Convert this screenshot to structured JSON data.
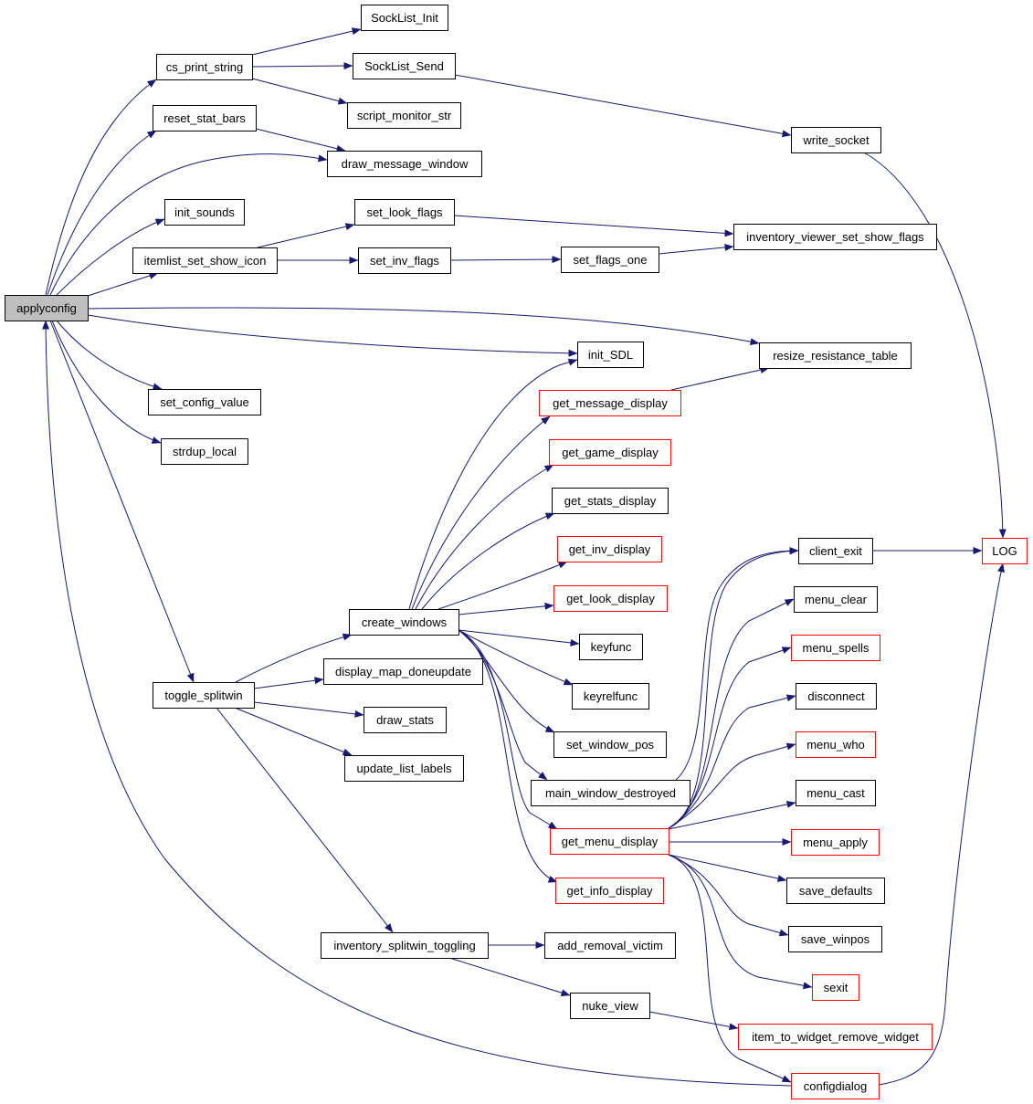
{
  "colors": {
    "edge": "#191970",
    "box_border": "#000000",
    "link_border": "#ff0000",
    "root_fill": "#bfbfbf",
    "node_fill": "#ffffff",
    "text": "#000000"
  },
  "nodes": [
    {
      "id": "applyconfig",
      "label": "applyconfig",
      "style": "root"
    },
    {
      "id": "cs_print_string",
      "label": "cs_print_string",
      "style": "normal"
    },
    {
      "id": "SockList_Init",
      "label": "SockList_Init",
      "style": "normal"
    },
    {
      "id": "SockList_Send",
      "label": "SockList_Send",
      "style": "normal"
    },
    {
      "id": "script_monitor_str",
      "label": "script_monitor_str",
      "style": "normal"
    },
    {
      "id": "reset_stat_bars",
      "label": "reset_stat_bars",
      "style": "normal"
    },
    {
      "id": "draw_message_window",
      "label": "draw_message_window",
      "style": "normal"
    },
    {
      "id": "write_socket",
      "label": "write_socket",
      "style": "normal"
    },
    {
      "id": "init_sounds",
      "label": "init_sounds",
      "style": "normal"
    },
    {
      "id": "set_look_flags",
      "label": "set_look_flags",
      "style": "normal"
    },
    {
      "id": "inventory_viewer_set_show_flags",
      "label": "inventory_viewer_set_show_flags",
      "style": "normal"
    },
    {
      "id": "itemlist_set_show_icon",
      "label": "itemlist_set_show_icon",
      "style": "normal"
    },
    {
      "id": "set_inv_flags",
      "label": "set_inv_flags",
      "style": "normal"
    },
    {
      "id": "set_flags_one",
      "label": "set_flags_one",
      "style": "normal"
    },
    {
      "id": "init_SDL",
      "label": "init_SDL",
      "style": "normal"
    },
    {
      "id": "resize_resistance_table",
      "label": "resize_resistance_table",
      "style": "normal"
    },
    {
      "id": "set_config_value",
      "label": "set_config_value",
      "style": "normal"
    },
    {
      "id": "get_message_display",
      "label": "get_message_display",
      "style": "red"
    },
    {
      "id": "strdup_local",
      "label": "strdup_local",
      "style": "normal"
    },
    {
      "id": "get_game_display",
      "label": "get_game_display",
      "style": "red"
    },
    {
      "id": "get_stats_display",
      "label": "get_stats_display",
      "style": "normal"
    },
    {
      "id": "get_inv_display",
      "label": "get_inv_display",
      "style": "red"
    },
    {
      "id": "client_exit",
      "label": "client_exit",
      "style": "normal"
    },
    {
      "id": "LOG",
      "label": "LOG",
      "style": "red"
    },
    {
      "id": "get_look_display",
      "label": "get_look_display",
      "style": "red"
    },
    {
      "id": "menu_clear",
      "label": "menu_clear",
      "style": "normal"
    },
    {
      "id": "create_windows",
      "label": "create_windows",
      "style": "normal"
    },
    {
      "id": "keyfunc",
      "label": "keyfunc",
      "style": "normal"
    },
    {
      "id": "menu_spells",
      "label": "menu_spells",
      "style": "red"
    },
    {
      "id": "display_map_doneupdate",
      "label": "display_map_doneupdate",
      "style": "normal"
    },
    {
      "id": "toggle_splitwin",
      "label": "toggle_splitwin",
      "style": "normal"
    },
    {
      "id": "keyrelfunc",
      "label": "keyrelfunc",
      "style": "normal"
    },
    {
      "id": "disconnect",
      "label": "disconnect",
      "style": "normal"
    },
    {
      "id": "draw_stats",
      "label": "draw_stats",
      "style": "normal"
    },
    {
      "id": "set_window_pos",
      "label": "set_window_pos",
      "style": "normal"
    },
    {
      "id": "menu_who",
      "label": "menu_who",
      "style": "red"
    },
    {
      "id": "update_list_labels",
      "label": "update_list_labels",
      "style": "normal"
    },
    {
      "id": "main_window_destroyed",
      "label": "main_window_destroyed",
      "style": "normal"
    },
    {
      "id": "menu_cast",
      "label": "menu_cast",
      "style": "normal"
    },
    {
      "id": "get_menu_display",
      "label": "get_menu_display",
      "style": "red"
    },
    {
      "id": "menu_apply",
      "label": "menu_apply",
      "style": "red"
    },
    {
      "id": "get_info_display",
      "label": "get_info_display",
      "style": "red"
    },
    {
      "id": "save_defaults",
      "label": "save_defaults",
      "style": "normal"
    },
    {
      "id": "inventory_splitwin_toggling",
      "label": "inventory_splitwin_toggling",
      "style": "normal"
    },
    {
      "id": "add_removal_victim",
      "label": "add_removal_victim",
      "style": "normal"
    },
    {
      "id": "save_winpos",
      "label": "save_winpos",
      "style": "normal"
    },
    {
      "id": "sexit",
      "label": "sexit",
      "style": "red"
    },
    {
      "id": "nuke_view",
      "label": "nuke_view",
      "style": "normal"
    },
    {
      "id": "item_to_widget_remove_widget",
      "label": "item_to_widget_remove_widget",
      "style": "red"
    },
    {
      "id": "configdialog",
      "label": "configdialog",
      "style": "red"
    }
  ],
  "edges": [
    [
      "applyconfig",
      "cs_print_string"
    ],
    [
      "applyconfig",
      "reset_stat_bars"
    ],
    [
      "applyconfig",
      "draw_message_window"
    ],
    [
      "applyconfig",
      "init_sounds"
    ],
    [
      "applyconfig",
      "itemlist_set_show_icon"
    ],
    [
      "applyconfig",
      "resize_resistance_table"
    ],
    [
      "applyconfig",
      "init_SDL"
    ],
    [
      "applyconfig",
      "set_config_value"
    ],
    [
      "applyconfig",
      "strdup_local"
    ],
    [
      "applyconfig",
      "toggle_splitwin"
    ],
    [
      "cs_print_string",
      "SockList_Init"
    ],
    [
      "cs_print_string",
      "SockList_Send"
    ],
    [
      "cs_print_string",
      "script_monitor_str"
    ],
    [
      "reset_stat_bars",
      "draw_message_window"
    ],
    [
      "SockList_Send",
      "write_socket"
    ],
    [
      "write_socket",
      "LOG"
    ],
    [
      "itemlist_set_show_icon",
      "set_look_flags"
    ],
    [
      "itemlist_set_show_icon",
      "set_inv_flags"
    ],
    [
      "set_look_flags",
      "inventory_viewer_set_show_flags"
    ],
    [
      "set_inv_flags",
      "set_flags_one"
    ],
    [
      "set_flags_one",
      "inventory_viewer_set_show_flags"
    ],
    [
      "get_message_display",
      "resize_resistance_table"
    ],
    [
      "toggle_splitwin",
      "create_windows"
    ],
    [
      "toggle_splitwin",
      "display_map_doneupdate"
    ],
    [
      "toggle_splitwin",
      "draw_stats"
    ],
    [
      "toggle_splitwin",
      "update_list_labels"
    ],
    [
      "toggle_splitwin",
      "inventory_splitwin_toggling"
    ],
    [
      "create_windows",
      "init_SDL"
    ],
    [
      "create_windows",
      "get_message_display"
    ],
    [
      "create_windows",
      "get_game_display"
    ],
    [
      "create_windows",
      "get_stats_display"
    ],
    [
      "create_windows",
      "get_inv_display"
    ],
    [
      "create_windows",
      "get_look_display"
    ],
    [
      "create_windows",
      "keyfunc"
    ],
    [
      "create_windows",
      "keyrelfunc"
    ],
    [
      "create_windows",
      "set_window_pos"
    ],
    [
      "create_windows",
      "main_window_destroyed"
    ],
    [
      "create_windows",
      "get_menu_display"
    ],
    [
      "create_windows",
      "get_info_display"
    ],
    [
      "main_window_destroyed",
      "client_exit"
    ],
    [
      "client_exit",
      "LOG"
    ],
    [
      "get_menu_display",
      "client_exit"
    ],
    [
      "get_menu_display",
      "menu_clear"
    ],
    [
      "get_menu_display",
      "menu_spells"
    ],
    [
      "get_menu_display",
      "disconnect"
    ],
    [
      "get_menu_display",
      "menu_who"
    ],
    [
      "get_menu_display",
      "menu_cast"
    ],
    [
      "get_menu_display",
      "menu_apply"
    ],
    [
      "get_menu_display",
      "save_defaults"
    ],
    [
      "get_menu_display",
      "save_winpos"
    ],
    [
      "get_menu_display",
      "sexit"
    ],
    [
      "get_menu_display",
      "configdialog"
    ],
    [
      "configdialog",
      "applyconfig"
    ],
    [
      "configdialog",
      "LOG"
    ],
    [
      "inventory_splitwin_toggling",
      "add_removal_victim"
    ],
    [
      "inventory_splitwin_toggling",
      "nuke_view"
    ],
    [
      "nuke_view",
      "item_to_widget_remove_widget"
    ]
  ]
}
